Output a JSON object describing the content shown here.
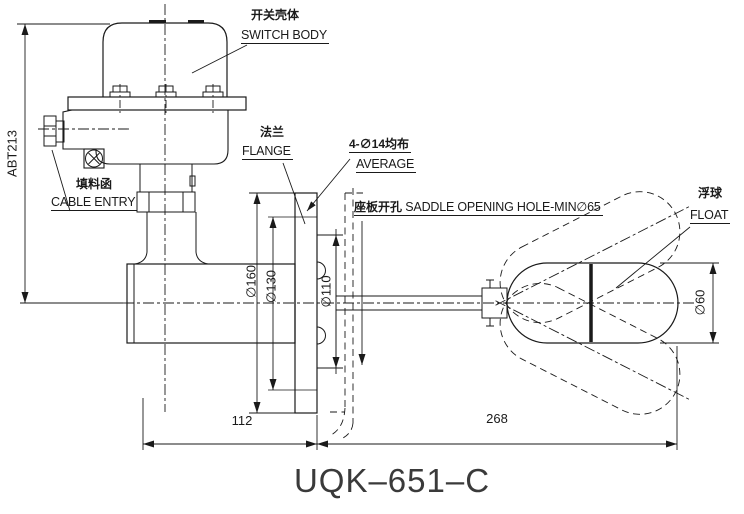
{
  "drawing": {
    "title": "UQK–651–C",
    "labels": {
      "switch_body_cn": "开关壳体",
      "switch_body_en": "SWITCH BODY",
      "cable_entry_cn": "填料函",
      "cable_entry_en": "CABLE ENTRY",
      "flange_cn": "法兰",
      "flange_en": "FLANGE",
      "bolt_pattern_cn": "4-∅14均布",
      "bolt_pattern_en": "AVERAGE",
      "saddle_cn": "座板开孔",
      "saddle_en": "SADDLE OPENING HOLE-MIN∅65",
      "float_cn": "浮球",
      "float_en": "FLOAT"
    },
    "dimensions": {
      "overall_height": "ABT213",
      "flange_od": "∅160",
      "bolt_circle_d": "∅130",
      "hub_d": "∅110",
      "float_d": "∅60",
      "horiz_left": "112",
      "horiz_right": "268"
    },
    "colors": {
      "line": "#1a1a1a",
      "background": "#ffffff"
    }
  }
}
